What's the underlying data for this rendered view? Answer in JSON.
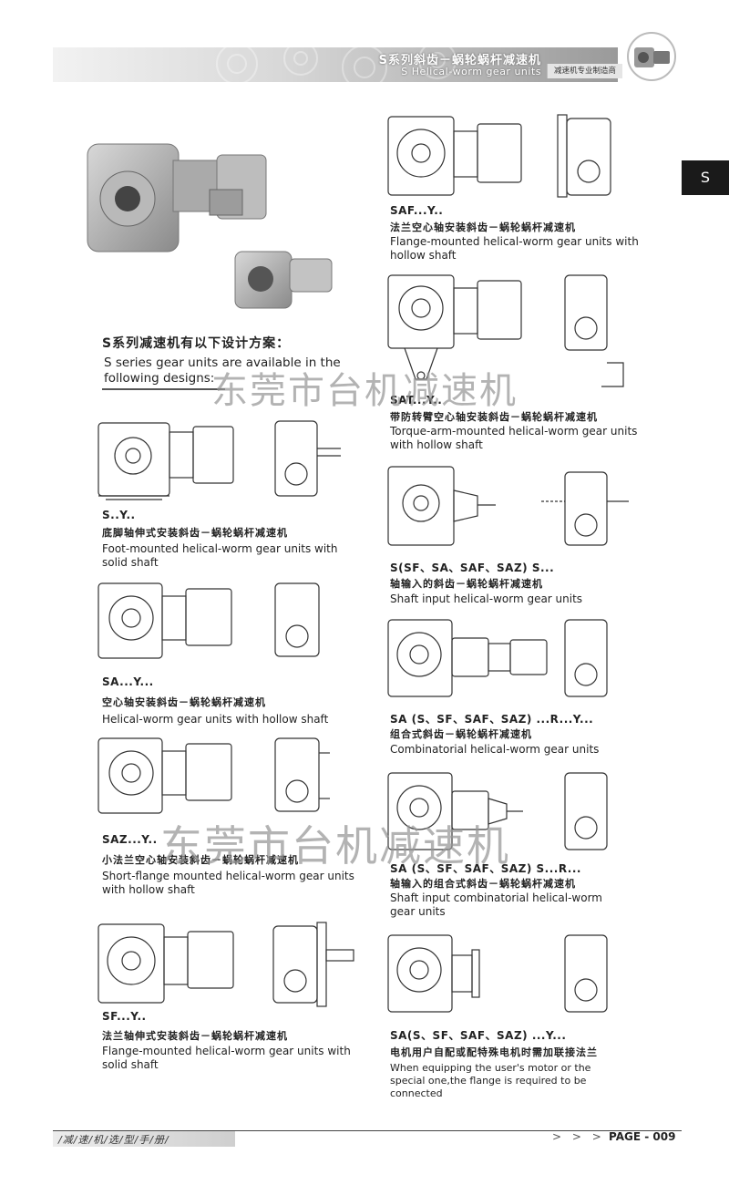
{
  "header": {
    "title_cn": "S系列斜齿－蜗轮蜗杆减速机",
    "title_en": "S Helical-worm gear units",
    "maker_label": "减速机专业制造商",
    "section_tab": "S"
  },
  "intro": {
    "title_cn": "S系列减速机有以下设计方案：",
    "text_en": "S series gear units are available in the following designs:"
  },
  "watermark": "东莞市台机减速机",
  "variants_left": [
    {
      "code": "S..Y..",
      "cn": "底脚轴伸式安装斜齿－蜗轮蜗杆减速机",
      "en": "Foot-mounted helical-worm gear units with solid shaft"
    },
    {
      "code": "SA...Y...",
      "cn": "空心轴安装斜齿－蜗轮蜗杆减速机",
      "en": "Helical-worm gear units with hollow shaft"
    },
    {
      "code": "SAZ...Y..",
      "cn": "小法兰空心轴安装斜齿－蜗轮蜗杆减速机",
      "en": "Short-flange mounted helical-worm gear units with hollow shaft"
    },
    {
      "code": "SF...Y..",
      "cn": "法兰轴伸式安装斜齿－蜗轮蜗杆减速机",
      "en": "Flange-mounted helical-worm gear units with solid shaft"
    }
  ],
  "variants_right": [
    {
      "code": "SAF...Y..",
      "cn": "法兰空心轴安装斜齿－蜗轮蜗杆减速机",
      "en": "Flange-mounted helical-worm gear units with hollow shaft"
    },
    {
      "code": "SAT...Y..",
      "cn": "带防转臂空心轴安装斜齿－蜗轮蜗杆减速机",
      "en": "Torque-arm-mounted helical-worm gear units with hollow shaft"
    },
    {
      "code": "S(SF、SA、SAF、SAZ) S...",
      "cn": "轴输入的斜齿－蜗轮蜗杆减速机",
      "en": "Shaft input helical-worm gear units"
    },
    {
      "code": "SA (S、SF、SAF、SAZ) ...R...Y...",
      "cn": "组合式斜齿－蜗轮蜗杆减速机",
      "en": "Combinatorial helical-worm gear units"
    },
    {
      "code": "SA (S、SF、SAF、SAZ) S...R...",
      "cn": "轴输入的组合式斜齿－蜗轮蜗杆减速机",
      "en": "Shaft input combinatorial helical-worm gear units"
    },
    {
      "code": "SA(S、SF、SAF、SAZ) ...Y...",
      "cn": "电机用户自配或配特殊电机时需加联接法兰",
      "en": "When equipping the user's motor or the special one,the flange is required to be connected"
    }
  ],
  "footer": {
    "manual_label": "/减/速/机/选/型/手/册/",
    "arrows": "> > >",
    "page": "PAGE - 009"
  }
}
